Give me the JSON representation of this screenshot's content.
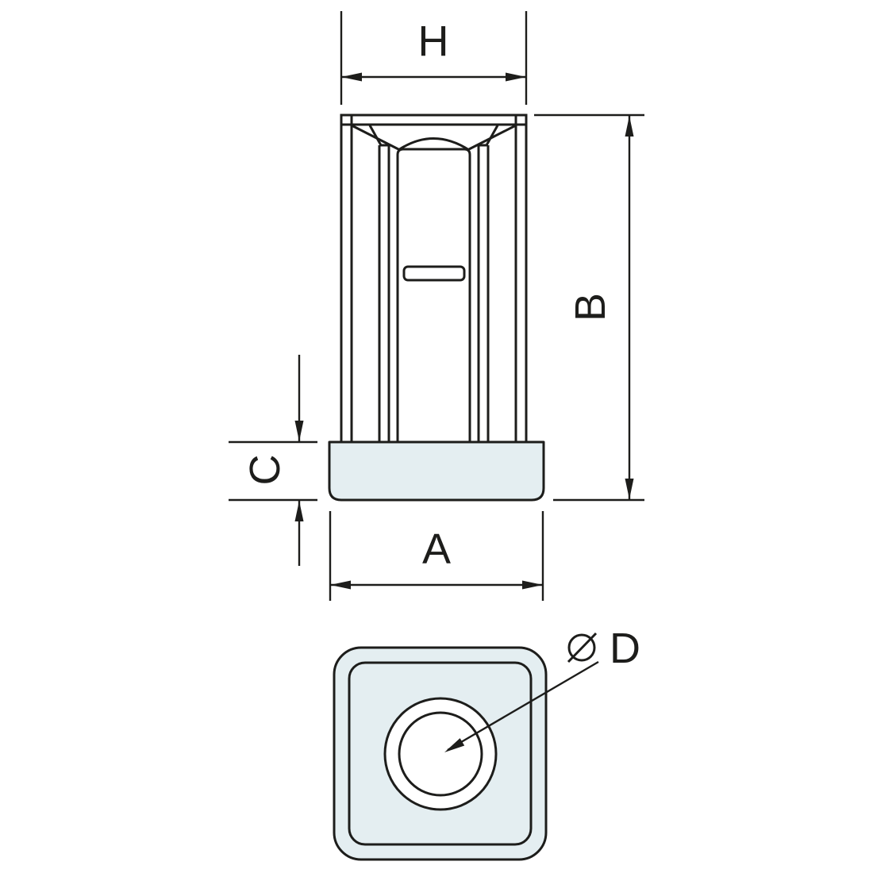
{
  "colors": {
    "line": "#1d1d1b",
    "fill": "#e4eef1",
    "background": "#ffffff"
  },
  "icons": {
    "diameter_symbol": "circle-with-diagonal-slash"
  },
  "dimensions": {
    "h_label": "H",
    "b_label": "B",
    "c_label": "C",
    "a_label": "A",
    "d_label": "D"
  }
}
